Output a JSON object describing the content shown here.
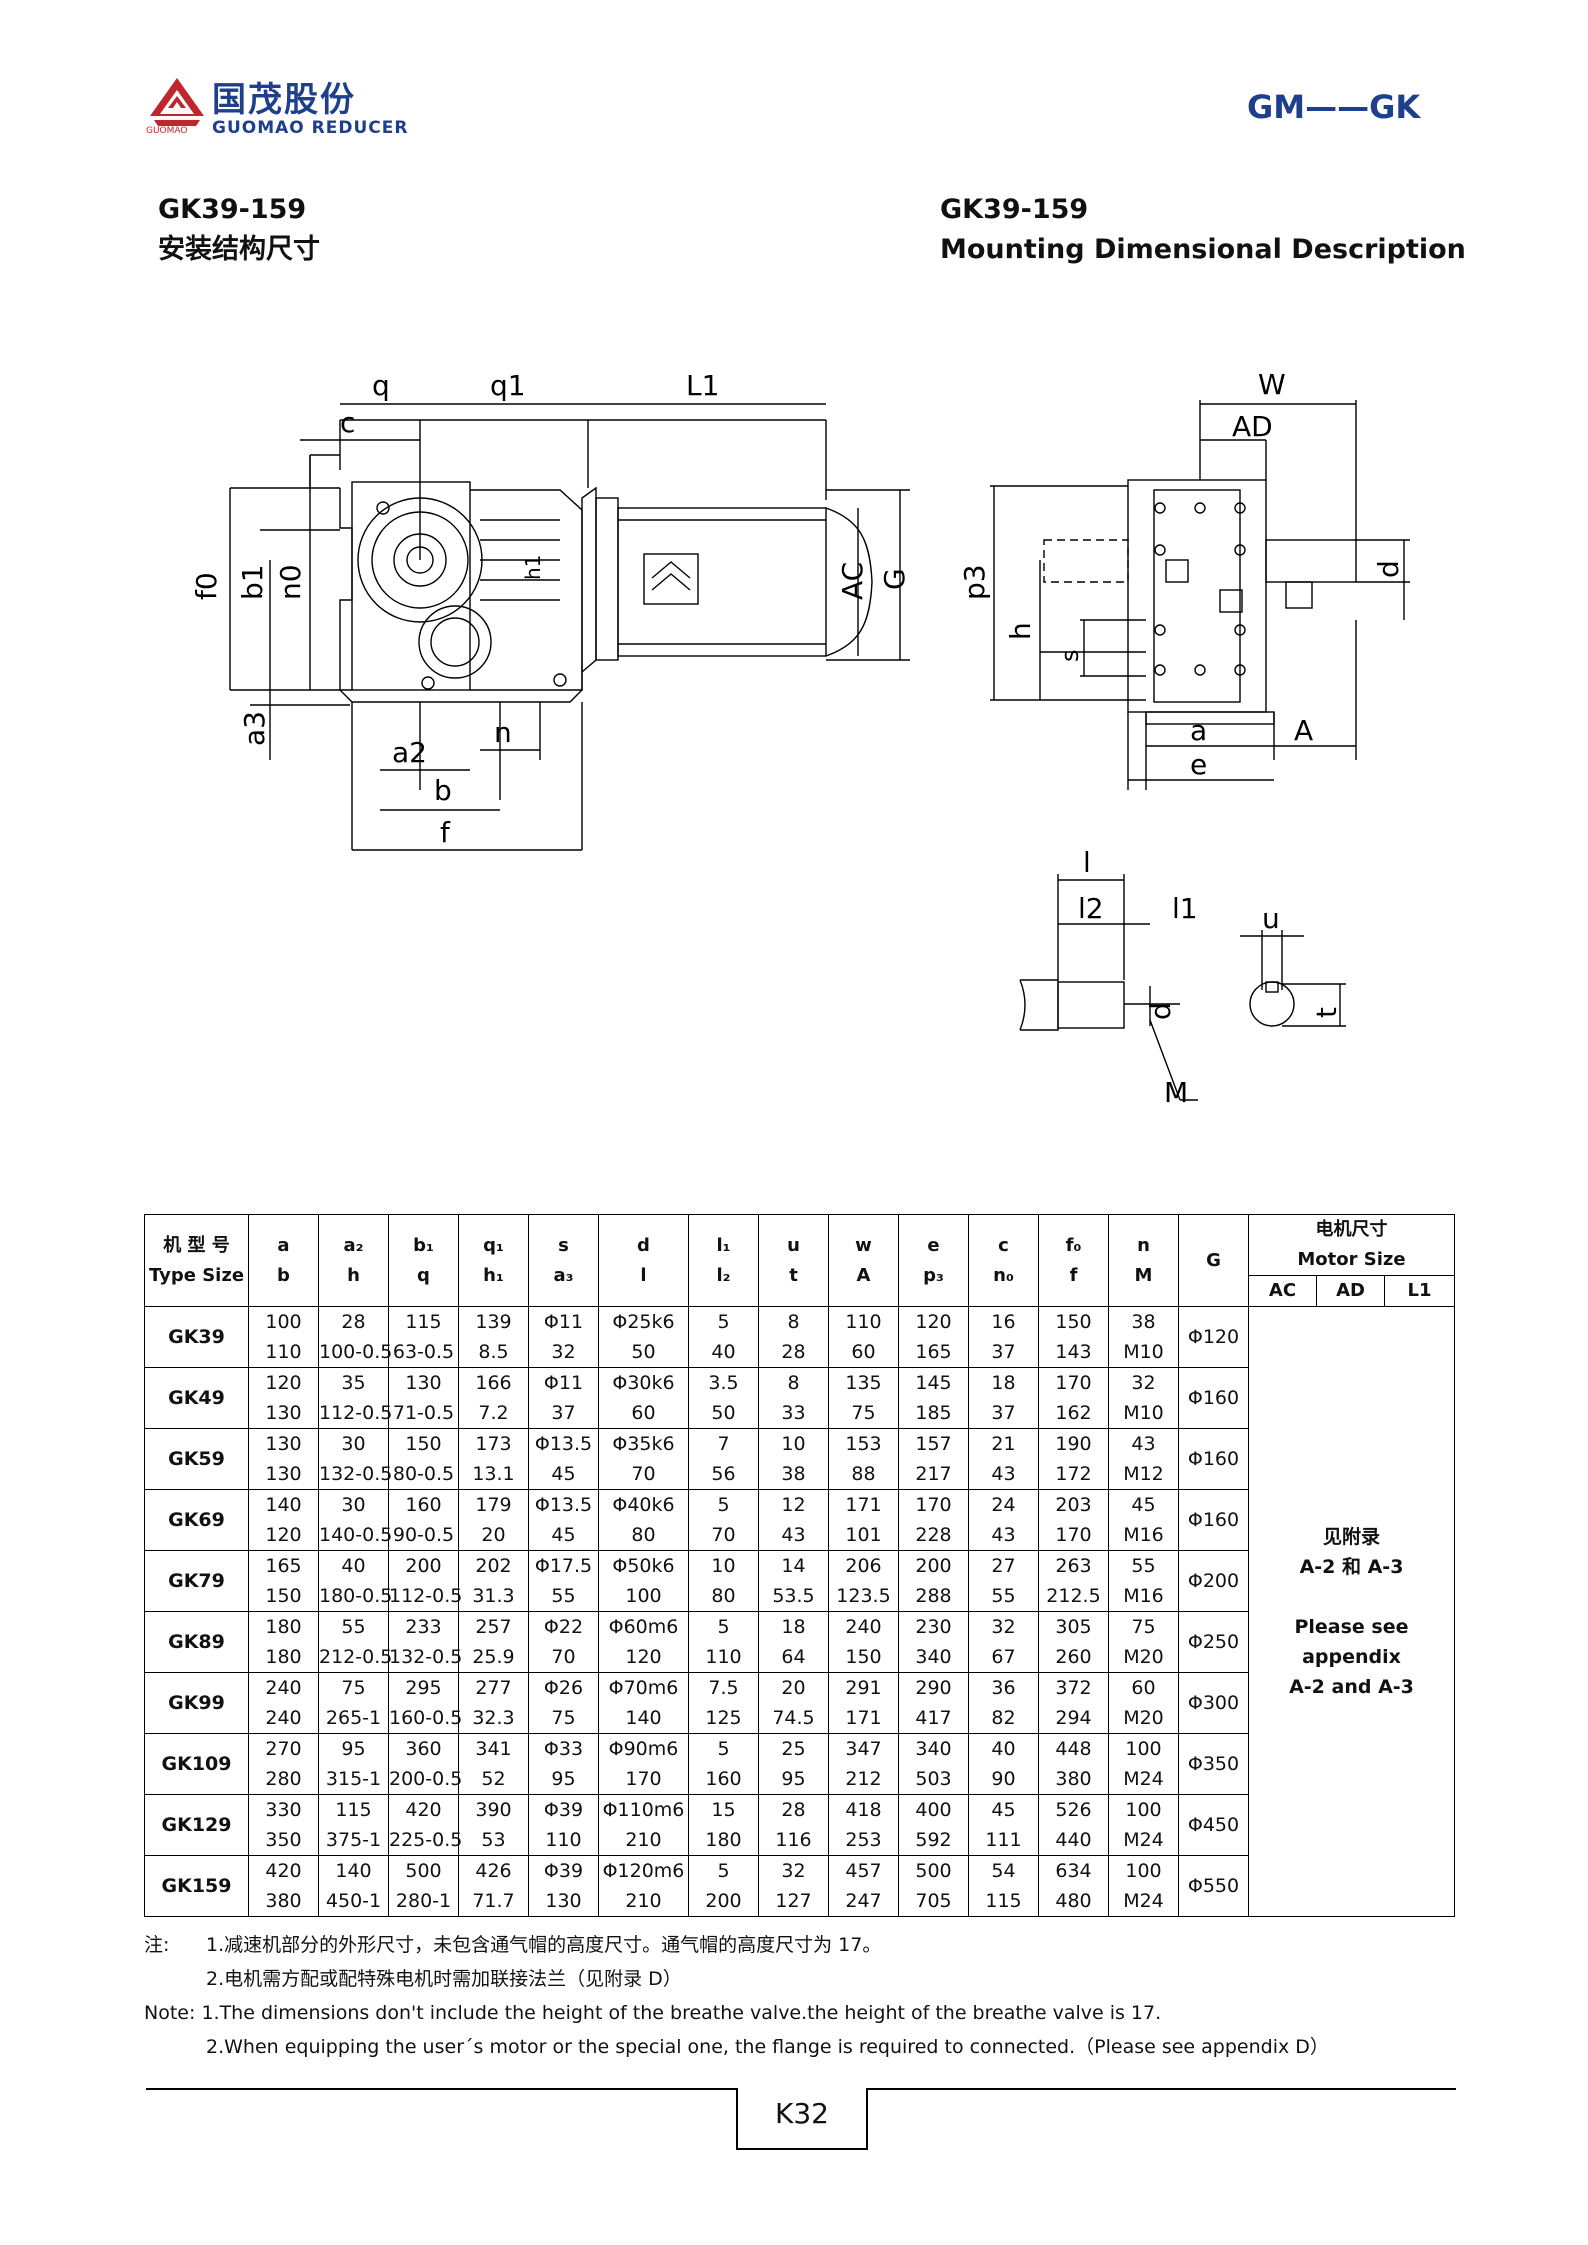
{
  "header": {
    "logo_cn": "国茂股份",
    "logo_en": "GUOMAO REDUCER",
    "logo_small": "GUOMAO",
    "series": "GM——GK"
  },
  "titles": {
    "left_line1": "GK39-159",
    "left_line2": "安装结构尺寸",
    "right_line1": "GK39-159",
    "right_line2": "Mounting Dimensional Description"
  },
  "drawing_labels": {
    "q": "q",
    "q1": "q1",
    "L1": "L1",
    "c": "c",
    "f0": "f0",
    "b1": "b1",
    "n0": "n0",
    "h1": "h1",
    "AC": "AC",
    "G": "G",
    "a3": "a3",
    "a2": "a2",
    "n": "n",
    "b": "b",
    "f": "f",
    "W": "W",
    "AD": "AD",
    "p3": "p3",
    "h": "h",
    "s": "s",
    "d": "d",
    "a": "a",
    "A": "A",
    "e": "e",
    "l": "l",
    "l2": "l2",
    "l1": "l1",
    "u": "u",
    "t": "t",
    "M": "M"
  },
  "table": {
    "header_row1": [
      "机 型 号",
      "a",
      "a₂",
      "b₁",
      "q₁",
      "s",
      "d",
      "l₁",
      "u",
      "w",
      "e",
      "c",
      "f₀",
      "n"
    ],
    "header_row2": [
      "Type Size",
      "b",
      "h",
      "q",
      "h₁",
      "a₃",
      "l",
      "l₂",
      "t",
      "A",
      "p₃",
      "n₀",
      "f",
      "M"
    ],
    "g_header": "G",
    "motor_header_cn": "电机尺寸",
    "motor_header_en": "Motor Size",
    "motor_cols": [
      "AC",
      "AD",
      "L1"
    ],
    "motor_note_cn1": "见附录",
    "motor_note_cn2": "A-2 和 A-3",
    "motor_note_en1": "Please see",
    "motor_note_en2": "appendix",
    "motor_note_en3": "A-2 and A-3",
    "rows": [
      {
        "type": "GK39",
        "top": [
          "100",
          "28",
          "115",
          "139",
          "Φ11",
          "Φ25k6",
          "5",
          "8",
          "110",
          "120",
          "16",
          "150",
          "38"
        ],
        "bottom": [
          "110",
          "100-0.5",
          "63-0.5",
          "8.5",
          "32",
          "50",
          "40",
          "28",
          "60",
          "165",
          "37",
          "143",
          "M10"
        ],
        "G": "Φ120"
      },
      {
        "type": "GK49",
        "top": [
          "120",
          "35",
          "130",
          "166",
          "Φ11",
          "Φ30k6",
          "3.5",
          "8",
          "135",
          "145",
          "18",
          "170",
          "32"
        ],
        "bottom": [
          "130",
          "112-0.5",
          "71-0.5",
          "7.2",
          "37",
          "60",
          "50",
          "33",
          "75",
          "185",
          "37",
          "162",
          "M10"
        ],
        "G": "Φ160"
      },
      {
        "type": "GK59",
        "top": [
          "130",
          "30",
          "150",
          "173",
          "Φ13.5",
          "Φ35k6",
          "7",
          "10",
          "153",
          "157",
          "21",
          "190",
          "43"
        ],
        "bottom": [
          "130",
          "132-0.5",
          "80-0.5",
          "13.1",
          "45",
          "70",
          "56",
          "38",
          "88",
          "217",
          "43",
          "172",
          "M12"
        ],
        "G": "Φ160"
      },
      {
        "type": "GK69",
        "top": [
          "140",
          "30",
          "160",
          "179",
          "Φ13.5",
          "Φ40k6",
          "5",
          "12",
          "171",
          "170",
          "24",
          "203",
          "45"
        ],
        "bottom": [
          "120",
          "140-0.5",
          "90-0.5",
          "20",
          "45",
          "80",
          "70",
          "43",
          "101",
          "228",
          "43",
          "170",
          "M16"
        ],
        "G": "Φ160"
      },
      {
        "type": "GK79",
        "top": [
          "165",
          "40",
          "200",
          "202",
          "Φ17.5",
          "Φ50k6",
          "10",
          "14",
          "206",
          "200",
          "27",
          "263",
          "55"
        ],
        "bottom": [
          "150",
          "180-0.5",
          "112-0.5",
          "31.3",
          "55",
          "100",
          "80",
          "53.5",
          "123.5",
          "288",
          "55",
          "212.5",
          "M16"
        ],
        "G": "Φ200"
      },
      {
        "type": "GK89",
        "top": [
          "180",
          "55",
          "233",
          "257",
          "Φ22",
          "Φ60m6",
          "5",
          "18",
          "240",
          "230",
          "32",
          "305",
          "75"
        ],
        "bottom": [
          "180",
          "212-0.5",
          "132-0.5",
          "25.9",
          "70",
          "120",
          "110",
          "64",
          "150",
          "340",
          "67",
          "260",
          "M20"
        ],
        "G": "Φ250"
      },
      {
        "type": "GK99",
        "top": [
          "240",
          "75",
          "295",
          "277",
          "Φ26",
          "Φ70m6",
          "7.5",
          "20",
          "291",
          "290",
          "36",
          "372",
          "60"
        ],
        "bottom": [
          "240",
          "265-1",
          "160-0.5",
          "32.3",
          "75",
          "140",
          "125",
          "74.5",
          "171",
          "417",
          "82",
          "294",
          "M20"
        ],
        "G": "Φ300"
      },
      {
        "type": "GK109",
        "top": [
          "270",
          "95",
          "360",
          "341",
          "Φ33",
          "Φ90m6",
          "5",
          "25",
          "347",
          "340",
          "40",
          "448",
          "100"
        ],
        "bottom": [
          "280",
          "315-1",
          "200-0.5",
          "52",
          "95",
          "170",
          "160",
          "95",
          "212",
          "503",
          "90",
          "380",
          "M24"
        ],
        "G": "Φ350"
      },
      {
        "type": "GK129",
        "top": [
          "330",
          "115",
          "420",
          "390",
          "Φ39",
          "Φ110m6",
          "15",
          "28",
          "418",
          "400",
          "45",
          "526",
          "100"
        ],
        "bottom": [
          "350",
          "375-1",
          "225-0.5",
          "53",
          "110",
          "210",
          "180",
          "116",
          "253",
          "592",
          "111",
          "440",
          "M24"
        ],
        "G": "Φ450"
      },
      {
        "type": "GK159",
        "top": [
          "420",
          "140",
          "500",
          "426",
          "Φ39",
          "Φ120m6",
          "5",
          "32",
          "457",
          "500",
          "54",
          "634",
          "100"
        ],
        "bottom": [
          "380",
          "450-1",
          "280-1",
          "71.7",
          "130",
          "210",
          "200",
          "127",
          "247",
          "705",
          "115",
          "480",
          "M24"
        ],
        "G": "Φ550"
      }
    ]
  },
  "notes": {
    "cn_label": "注:",
    "cn1": "1.减速机部分的外形尺寸，未包含通气帽的高度尺寸。通气帽的高度尺寸为 17。",
    "cn2": "2.电机需方配或配特殊电机时需加联接法兰（见附录 D）",
    "en_label": "Note:",
    "en1": "1.The dimensions don't include the height of the breathe valve.the height of the breathe valve is 17.",
    "en2": "2.When equipping the user´s motor or the special one, the flange is required to connected.（Please see appendix D）"
  },
  "footer": {
    "page": "K32"
  }
}
